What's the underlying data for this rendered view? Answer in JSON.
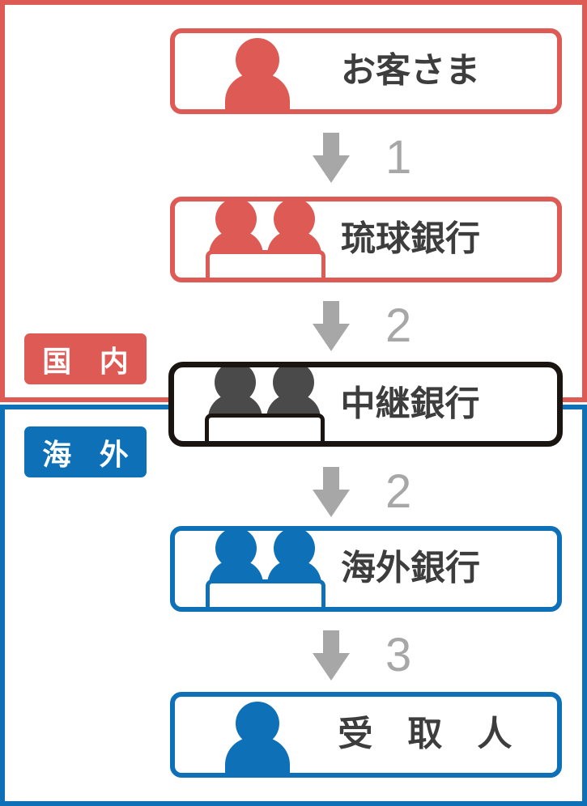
{
  "colors": {
    "red": "#dd5a55",
    "blue": "#0e71b8",
    "black": "#1b1512",
    "gray_arrow": "#a7a7a7",
    "text_dark": "#3d3d3d",
    "white": "#ffffff"
  },
  "regions": [
    {
      "key": "domestic",
      "badge_label": "国 内",
      "accent": "#dd5a55"
    },
    {
      "key": "overseas",
      "badge_label": "海 外",
      "accent": "#0e71b8"
    }
  ],
  "nodes": [
    {
      "id": "customer",
      "label": "お客さま",
      "icon": "person-icon",
      "accent": "#dd5a55",
      "region": "domestic"
    },
    {
      "id": "ryukyu-bank",
      "label": "琉球銀行",
      "icon": "bank-people-icon",
      "accent": "#dd5a55",
      "region": "domestic"
    },
    {
      "id": "relay-bank",
      "label": "中継銀行",
      "icon": "bank-people-icon",
      "accent": "#1b1512",
      "region": "straddle"
    },
    {
      "id": "overseas-bank",
      "label": "海外銀行",
      "icon": "bank-people-icon",
      "accent": "#0e71b8",
      "region": "overseas"
    },
    {
      "id": "recipient",
      "label": "受 取 人",
      "icon": "person-icon",
      "accent": "#0e71b8",
      "region": "overseas"
    }
  ],
  "arrows": [
    {
      "id": "arrow-1",
      "number": "1",
      "from": "customer",
      "to": "ryukyu-bank"
    },
    {
      "id": "arrow-2",
      "number": "2",
      "from": "ryukyu-bank",
      "to": "relay-bank"
    },
    {
      "id": "arrow-3",
      "number": "2",
      "from": "relay-bank",
      "to": "overseas-bank"
    },
    {
      "id": "arrow-4",
      "number": "3",
      "from": "overseas-bank",
      "to": "recipient"
    }
  ]
}
